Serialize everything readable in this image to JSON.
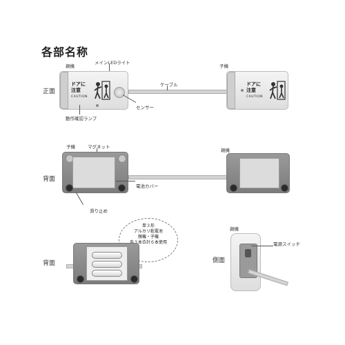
{
  "title": "各部名称",
  "rows": {
    "front_label": "正面",
    "back_label": "背面",
    "back2_label": "背面",
    "side_label": "側面"
  },
  "front": {
    "parent_label": "親機",
    "child_label": "子機",
    "main_led": "メインLEDライト",
    "cable": "ケーブル",
    "sensor": "センサー",
    "status_lamp": "動作確認ランプ",
    "sign_line1": "ドアに",
    "sign_line2": "注意",
    "sign_caution": "CAUTION"
  },
  "back": {
    "child_label": "子機",
    "magnet": "マグネット",
    "parent_label": "親機",
    "battery_cover": "電池カバー",
    "non_slip": "滑り止め"
  },
  "battery_note": {
    "line1": "単３形",
    "line2": "アルカリ乾電池",
    "line3": "親機・子機",
    "line4": "各３本合計６本使用"
  },
  "side": {
    "parent_label": "親機",
    "power_switch": "電源スイッチ"
  }
}
